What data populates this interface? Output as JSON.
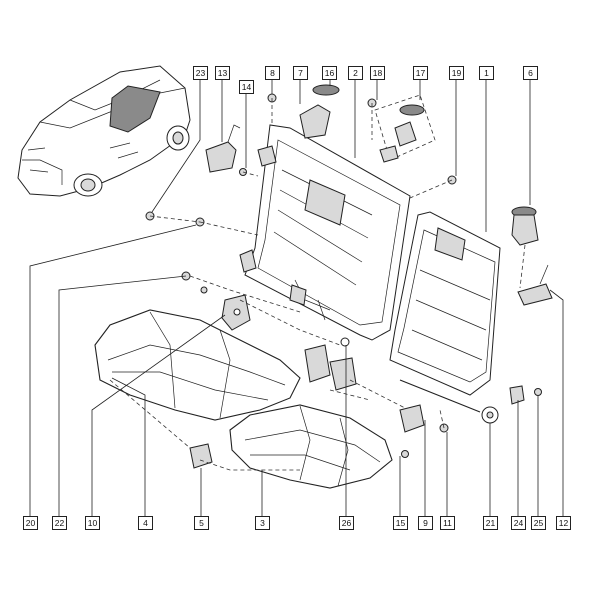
{
  "callouts": {
    "c1": "1",
    "c2": "2",
    "c3": "3",
    "c4": "4",
    "c5": "5",
    "c6": "6",
    "c7": "7",
    "c8": "8",
    "c9": "9",
    "c10": "10",
    "c11": "11",
    "c12": "12",
    "c13": "13",
    "c14": "14",
    "c15": "15",
    "c16": "16",
    "c17": "17",
    "c18": "18",
    "c19": "19",
    "c20": "20",
    "c21": "21",
    "c22": "22",
    "c23": "23",
    "c24": "24",
    "c25": "25",
    "c26": "26"
  },
  "colors": {
    "line": "#222222",
    "shade": "#d9d9d9",
    "dark": "#8a8a8a"
  }
}
